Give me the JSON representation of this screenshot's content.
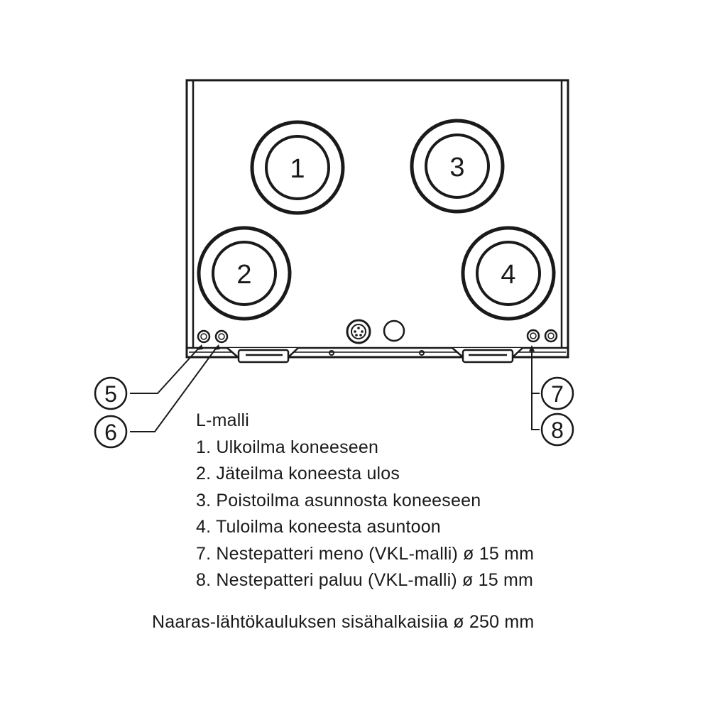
{
  "ports": [
    {
      "id": "1",
      "label": "1"
    },
    {
      "id": "2",
      "label": "2"
    },
    {
      "id": "3",
      "label": "3"
    },
    {
      "id": "4",
      "label": "4"
    }
  ],
  "callouts": [
    {
      "id": "5",
      "label": "5"
    },
    {
      "id": "6",
      "label": "6"
    },
    {
      "id": "7",
      "label": "7"
    },
    {
      "id": "8",
      "label": "8"
    }
  ],
  "legend": {
    "title": "L-malli",
    "items": [
      "1. Ulkoilma koneeseen",
      "2. Jäteilma koneesta ulos",
      "3. Poistoilma asunnosta koneeseen",
      "4. Tuloilma koneesta asuntoon",
      "7. Nestepatteri meno (VKL-malli) ø 15 mm",
      "8. Nestepatteri paluu (VKL-malli) ø 15 mm"
    ]
  },
  "footnote": "Naaras-lähtökauluksen sisähalkaisiia ø 250 mm"
}
